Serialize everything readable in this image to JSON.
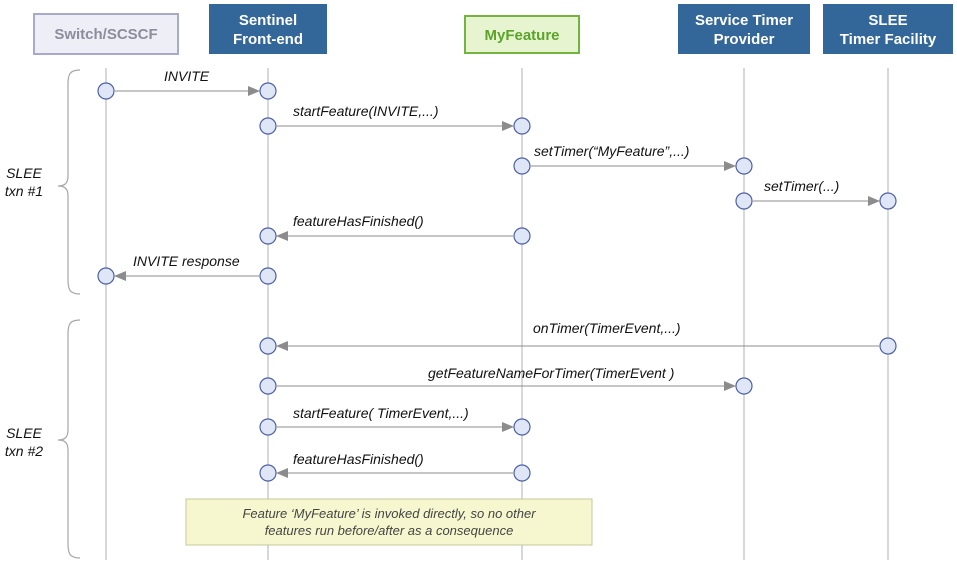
{
  "colors": {
    "participant_blue": "#336699",
    "participant_text": "#ffffff",
    "switch_fill": "#eeeef7",
    "switch_stroke": "#a9a9c9",
    "switch_text": "#8c8c9c",
    "feature_fill": "#e6f4cf",
    "feature_stroke": "#73b340",
    "feature_text": "#5ba32a",
    "activation_fill": "#dfe7f7",
    "activation_stroke": "#4d5fa6",
    "note_fill": "#f7f7cf",
    "note_stroke": "#c7c79c"
  },
  "participants": [
    {
      "id": "switch",
      "lines": [
        "Switch/SCSCF"
      ]
    },
    {
      "id": "sentinel",
      "lines": [
        "Sentinel",
        "Front-end"
      ]
    },
    {
      "id": "myfeature",
      "lines": [
        "MyFeature"
      ]
    },
    {
      "id": "timer_provider",
      "lines": [
        "Service Timer",
        "Provider"
      ]
    },
    {
      "id": "timer_facility",
      "lines": [
        "SLEE",
        "Timer Facility"
      ]
    }
  ],
  "transactions": [
    {
      "id": "txn1",
      "lines": [
        "SLEE",
        "txn #1"
      ]
    },
    {
      "id": "txn2",
      "lines": [
        "SLEE",
        "txn #2"
      ]
    }
  ],
  "messages": [
    {
      "label": "INVITE",
      "from": "switch",
      "to": "sentinel"
    },
    {
      "label": "startFeature(INVITE,...)",
      "from": "sentinel",
      "to": "myfeature"
    },
    {
      "label": "setTimer(“MyFeature”,...)",
      "from": "myfeature",
      "to": "timer_provider"
    },
    {
      "label": "setTimer(...)",
      "from": "timer_provider",
      "to": "timer_facility"
    },
    {
      "label": "featureHasFinished()",
      "from": "myfeature",
      "to": "sentinel"
    },
    {
      "label": "INVITE  response",
      "from": "sentinel",
      "to": "switch"
    },
    {
      "label": "onTimer(TimerEvent,...)",
      "from": "timer_facility",
      "to": "sentinel"
    },
    {
      "label": "getFeatureNameForTimer(TimerEvent )",
      "from": "sentinel",
      "to": "timer_provider"
    },
    {
      "label": "startFeature( TimerEvent,...)",
      "from": "sentinel",
      "to": "myfeature"
    },
    {
      "label": "featureHasFinished()",
      "from": "myfeature",
      "to": "sentinel"
    }
  ],
  "note": {
    "lines": [
      "Feature ‘MyFeature’ is invoked directly, so no other",
      "features run before/after as a consequence"
    ]
  }
}
